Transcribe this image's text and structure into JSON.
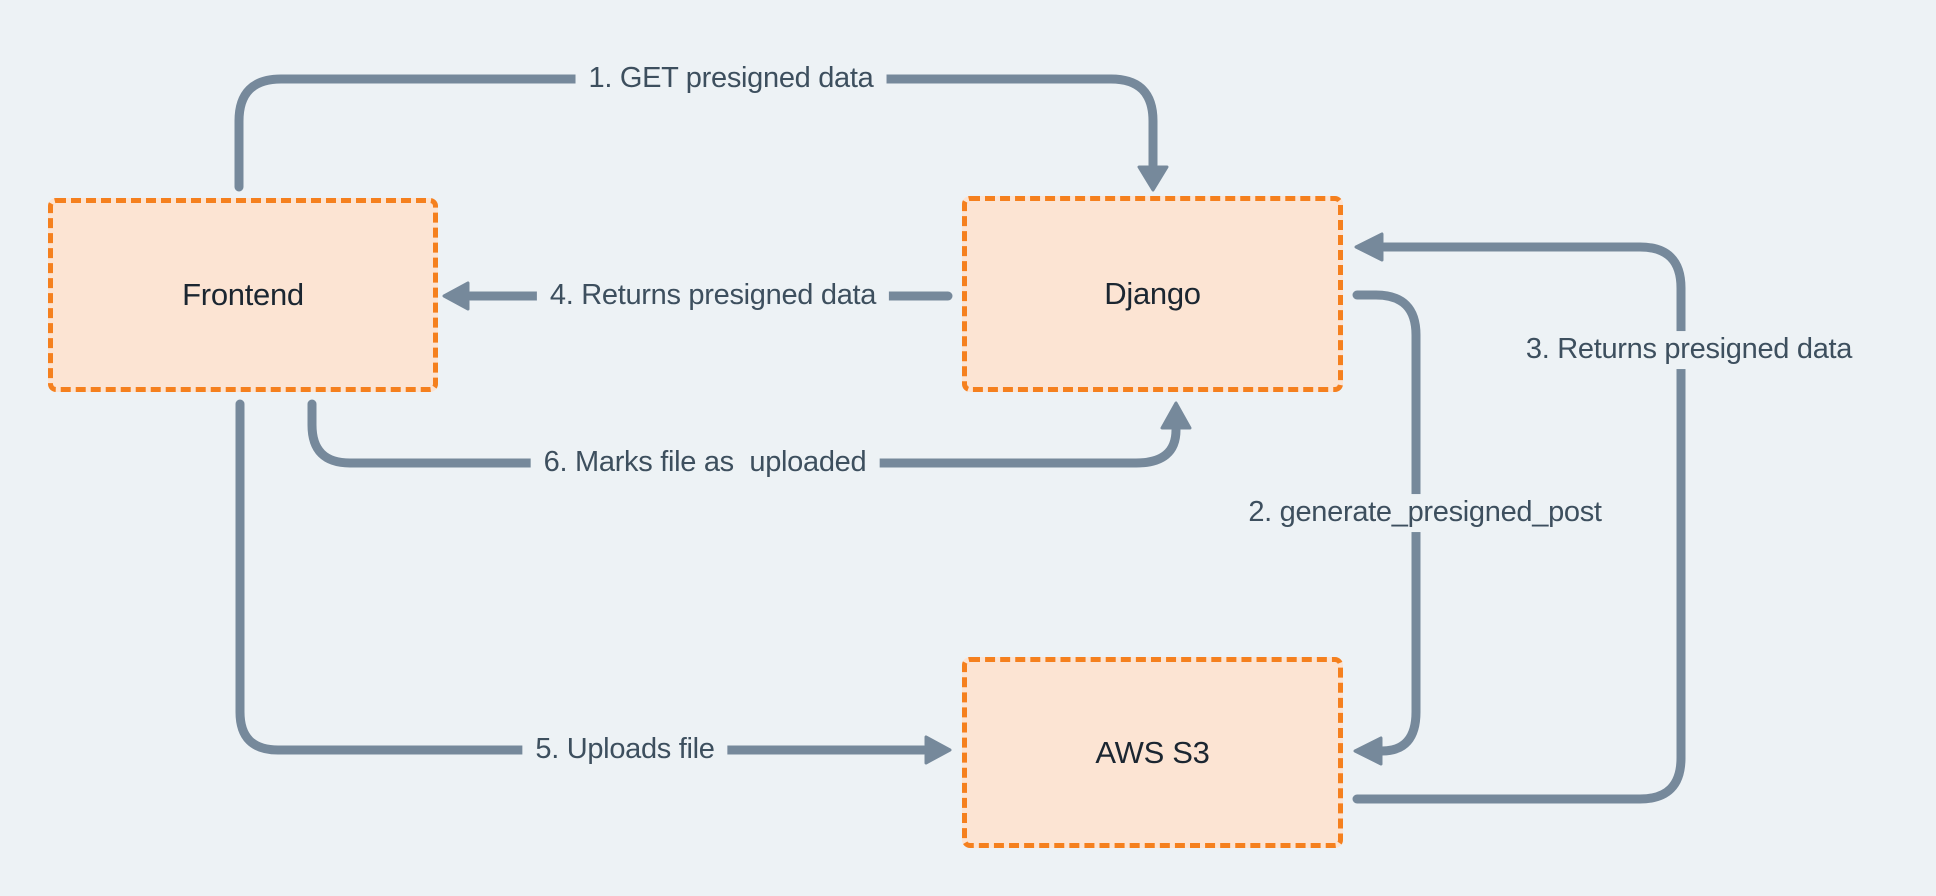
{
  "colors": {
    "background": "#edf2f5",
    "arrow": "#76899b",
    "label_text": "#3d4f5e",
    "node_fill": "#fce4d3",
    "node_border": "#f5801e",
    "node_text": "#1b2631"
  },
  "nodes": {
    "frontend": {
      "label": "Frontend"
    },
    "django": {
      "label": "Django"
    },
    "aws_s3": {
      "label": "AWS S3"
    }
  },
  "edges": {
    "e1": {
      "label": "1. GET presigned data",
      "from": "Frontend",
      "to": "Django"
    },
    "e2": {
      "label": "2. generate_presigned_post",
      "from": "Django",
      "to": "AWS S3"
    },
    "e3": {
      "label": "3. Returns presigned data",
      "from": "AWS S3",
      "to": "Django"
    },
    "e4": {
      "label": "4. Returns presigned data",
      "from": "Django",
      "to": "Frontend"
    },
    "e5": {
      "label": "5. Uploads file",
      "from": "Frontend",
      "to": "AWS S3"
    },
    "e6": {
      "label": "6. Marks file as  uploaded",
      "from": "Frontend",
      "to": "Django"
    }
  }
}
